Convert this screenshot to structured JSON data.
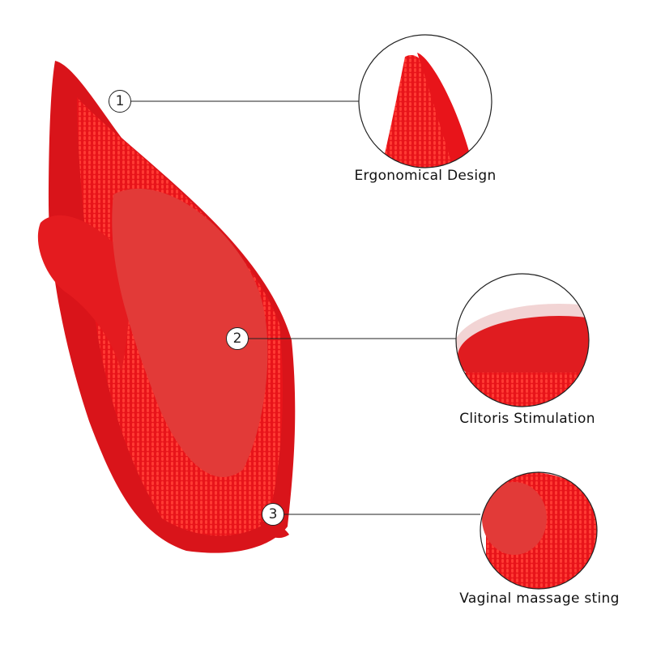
{
  "features": [
    {
      "number": "1",
      "label": "Ergonomical Design"
    },
    {
      "number": "2",
      "label": "Clitoris Stimulation"
    },
    {
      "number": "3",
      "label": "Vaginal massage sting"
    }
  ],
  "colors": {
    "product": "#e8141a",
    "product_dark": "#c40f14",
    "line": "#222222"
  }
}
